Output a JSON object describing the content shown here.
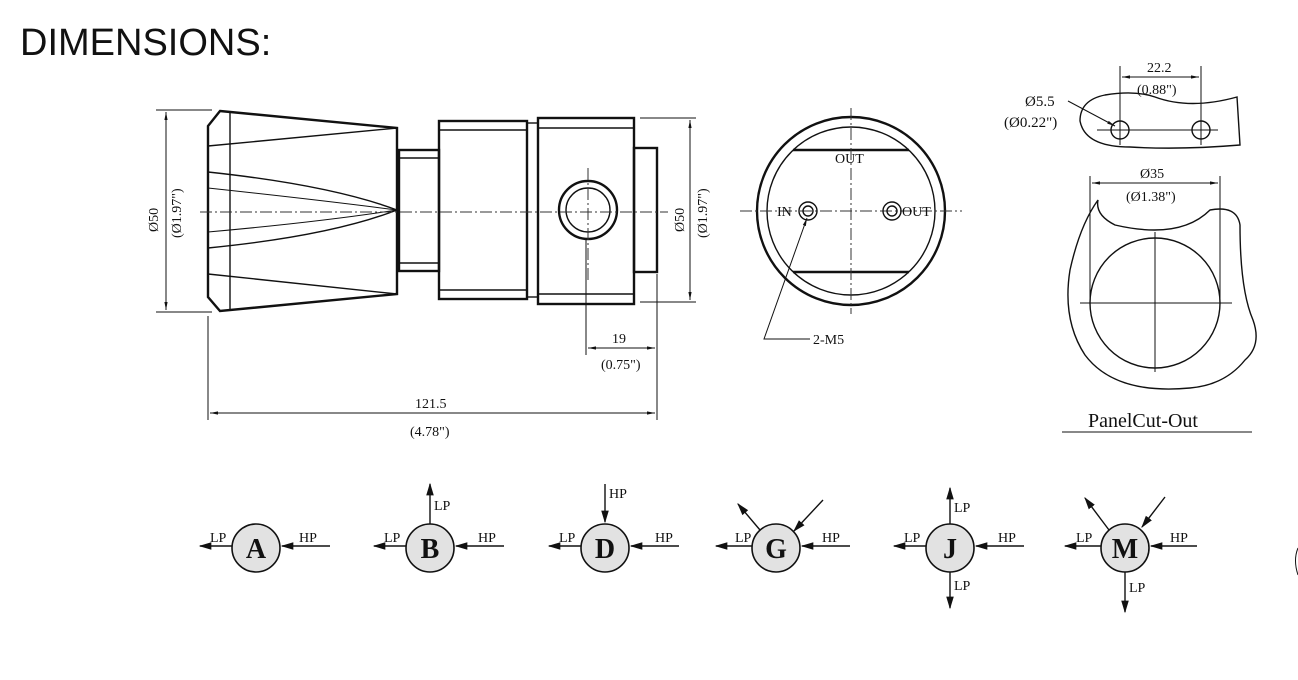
{
  "title": "DIMENSIONS:",
  "side_view": {
    "left_dia": "Ø50",
    "left_dia_in": "(Ø1.97\")",
    "right_dia": "Ø50",
    "right_dia_in": "(Ø1.97\")",
    "port_offset": "19",
    "port_offset_in": "(0.75\")",
    "length": "121.5",
    "length_in": "(4.78\")"
  },
  "end_view": {
    "out_top": "OUT",
    "in_label": "IN",
    "out_right": "OUT",
    "thread": "2-M5"
  },
  "panel": {
    "hole_spacing": "22.2",
    "hole_spacing_in": "(0.88\")",
    "hole_dia": "Ø5.5",
    "hole_dia_in": "(Ø0.22\")",
    "cutout_dia": "Ø35",
    "cutout_dia_in": "(Ø1.38\")",
    "caption": "PanelCut-Out"
  },
  "port_configs": [
    {
      "letter": "A",
      "labels": [
        "LP",
        "HP"
      ]
    },
    {
      "letter": "B",
      "labels": [
        "LP",
        "LP",
        "HP"
      ]
    },
    {
      "letter": "D",
      "labels": [
        "HP",
        "LP",
        "HP"
      ]
    },
    {
      "letter": "G",
      "labels": [
        "LP",
        "HP"
      ]
    },
    {
      "letter": "J",
      "labels": [
        "LP",
        "LP",
        "HP",
        "LP"
      ]
    },
    {
      "letter": "M",
      "labels": [
        "LP",
        "HP",
        "LP"
      ]
    }
  ],
  "icons": [
    "arrow-in-icon",
    "arrow-out-icon"
  ]
}
